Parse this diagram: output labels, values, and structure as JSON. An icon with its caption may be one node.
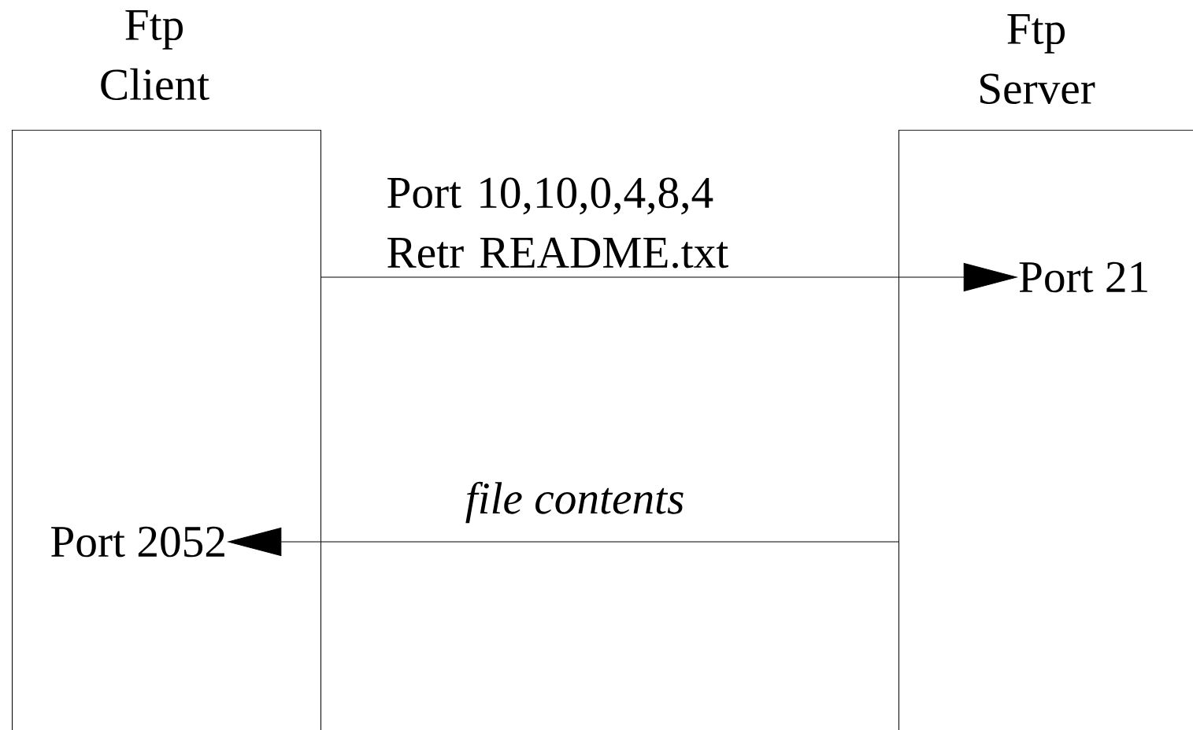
{
  "diagram": {
    "nodes": [
      {
        "text": [
          "Ftp Client"
        ]
      },
      {
        "text": [
          "Ftp Server"
        ]
      },
      {
        "text": [
          "Port 21"
        ],
        "in": 1
      },
      {
        "text": [
          "Port 2052"
        ],
        "in": 0
      }
    ],
    "edges": [
      {
        "from": 0,
        "to": 2,
        "arrow": "to",
        "label": "Port 10,10,0,4,8,4 Retr README.txt"
      },
      {
        "from": 1,
        "to": 3,
        "arrow": "to",
        "label": "file contents"
      }
    ]
  }
}
